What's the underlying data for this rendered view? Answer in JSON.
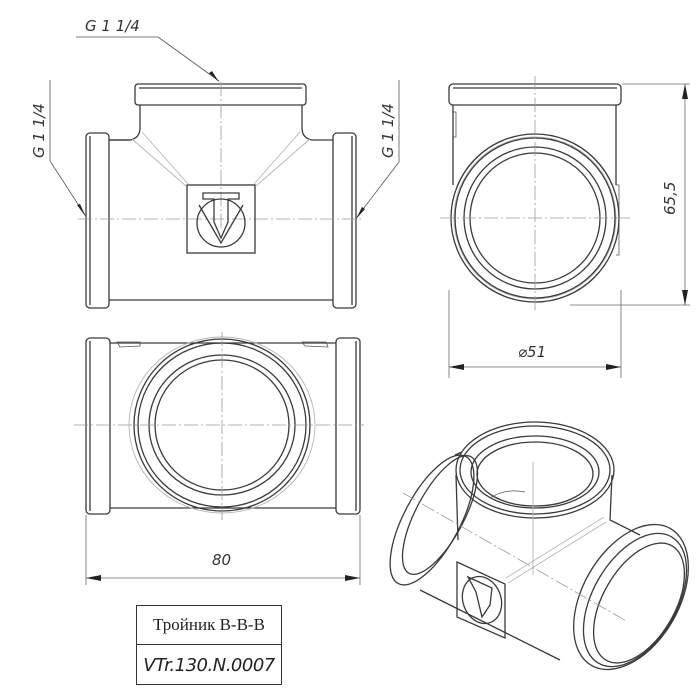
{
  "drawing": {
    "title": "Тройник В-В-В",
    "code": "VTr.130.N.0007",
    "thread_labels": {
      "top": "G 1 1/4",
      "left": "G 1 1/4",
      "right": "G 1 1/4"
    },
    "dimensions": {
      "length": "80",
      "height": "65,5",
      "diameter": "⌀51"
    },
    "logo": "VT-logo",
    "views": [
      "front-view",
      "top-view",
      "side-view",
      "isometric-view"
    ],
    "colors": {
      "line": "#3a3a3a",
      "background": "#ffffff",
      "centerline": "#9a9a9a"
    }
  }
}
